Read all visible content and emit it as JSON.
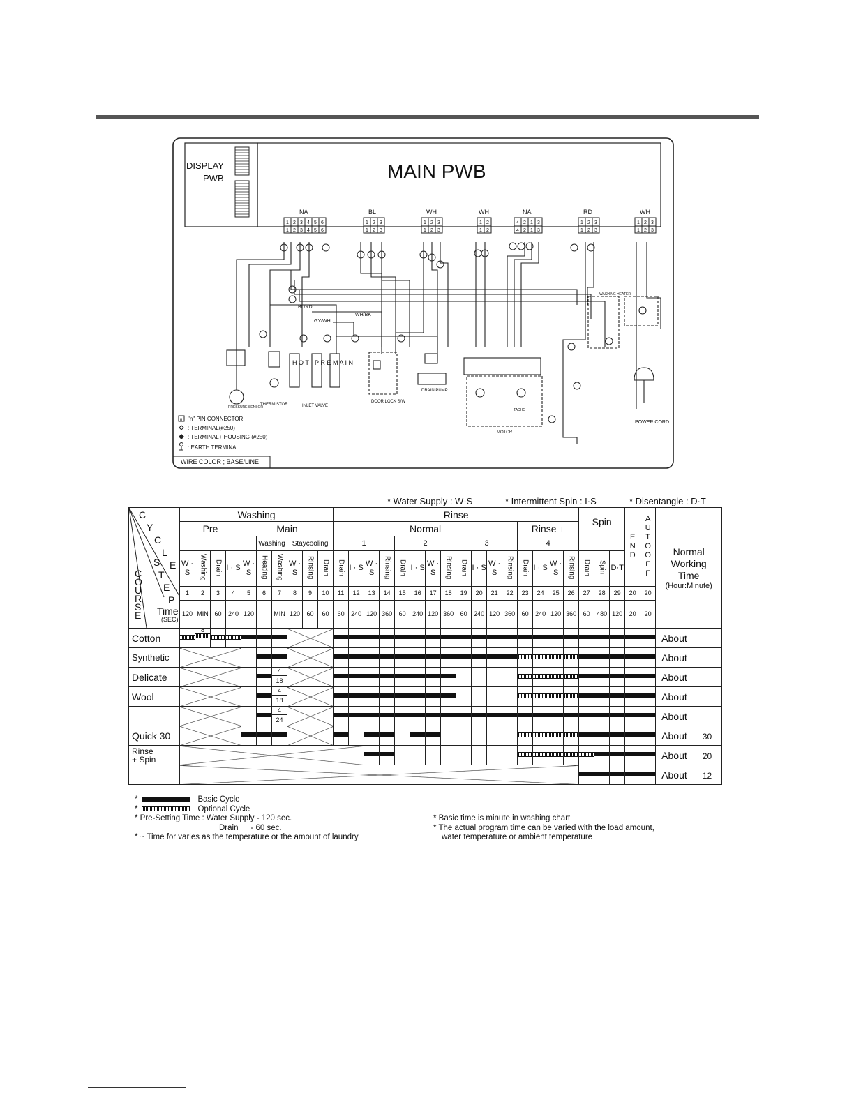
{
  "schematic": {
    "main_title": "MAIN PWB",
    "display_label": [
      "DISPLAY",
      "PWB"
    ],
    "connector_colors": [
      "NA",
      "BL",
      "WH",
      "WH",
      "NA",
      "RD",
      "WH"
    ],
    "connector_pins": [
      "1 2 3 4 5 6",
      "1 2 3",
      "1 2 3",
      "1 2",
      "4 2 1 3",
      "1 2 3",
      "1 2 3"
    ],
    "component_labels": [
      "PRESSURE SENSOR",
      "THERMISTOR",
      "INLET VALVE",
      "DOOR LOCK S/W",
      "DRAIN PUMP",
      "MOTOR",
      "TACHO",
      "WASHING HEATER",
      "POWER CORD"
    ],
    "valve_labels": [
      "H O T",
      "P R E",
      "M A I N"
    ],
    "wire_labels": [
      "BL/RD",
      "GY/WH",
      "WH/BK"
    ],
    "key": [
      "\"n\" PIN CONNECTOR",
      ": TERMINAL(#250)",
      ": TERMINAL+ HOUSING (#250)",
      ": EARTH TERMINAL"
    ],
    "key_marker": "n",
    "wire_color_note": "WIRE COLOR ; BASE/LINE"
  },
  "abbreviations": [
    "* Water Supply : W·S",
    "* Intermittent Spin : I·S",
    "* Disentangle : D·T"
  ],
  "cycle_table": {
    "corner_letters": {
      "cycle": [
        "C",
        "Y",
        "C",
        "L",
        "E"
      ],
      "step": [
        "S",
        "T",
        "E",
        "P"
      ],
      "course": [
        "C",
        "O",
        "U",
        "R",
        "S",
        "E"
      ],
      "time": "Time",
      "sec": "(SEC)"
    },
    "group_headers": {
      "washing": "Washing",
      "rinse": "Rinse",
      "spin": "Spin",
      "end": "E N D",
      "autooff": "A U T O O F F",
      "nwt": [
        "Normal",
        "Working",
        "Time"
      ],
      "nwt_sub": "(Hour:Minute)"
    },
    "sub_headers": {
      "pre": "Pre",
      "main": "Main",
      "normal": "Normal",
      "rinse_plus": "Rinse +"
    },
    "sub_sub_headers": {
      "washing": "Washing",
      "staycooling": "Staycooling",
      "r1": "1",
      "r2": "2",
      "r3": "3",
      "r4": "4"
    },
    "step_names": [
      "W · S",
      "Washing",
      "Drain",
      "I · S",
      "W · S",
      "Heating",
      "Washing",
      "W · S",
      "Rinsing",
      "Drain",
      "Drain",
      "I · S",
      "W · S",
      "Rinsing",
      "Drain",
      "I · S",
      "W · S",
      "Rinsing",
      "Drain",
      "I · S",
      "W · S",
      "Rinsing",
      "Drain",
      "I · S",
      "W · S",
      "Rinsing",
      "Drain",
      "Spin",
      "D·T",
      "",
      ""
    ],
    "step_numbers": [
      "1",
      "2",
      "3",
      "4",
      "5",
      "6",
      "7",
      "8",
      "9",
      "10",
      "11",
      "12",
      "13",
      "14",
      "15",
      "16",
      "17",
      "18",
      "19",
      "20",
      "21",
      "22",
      "23",
      "24",
      "25",
      "26",
      "27",
      "28",
      "29",
      "20",
      "20"
    ],
    "times": [
      "120",
      "MIN",
      "60",
      "240",
      "120",
      "",
      "MIN",
      "120",
      "60",
      "60",
      "60",
      "240",
      "120",
      "360",
      "60",
      "240",
      "120",
      "360",
      "60",
      "240",
      "120",
      "360",
      "60",
      "240",
      "120",
      "360",
      "60",
      "480",
      "120",
      "20",
      "20"
    ],
    "courses": [
      {
        "name": "Cotton",
        "about": "About",
        "minutes": "",
        "note": "8"
      },
      {
        "name": "Synthetic",
        "about": "About",
        "minutes": ""
      },
      {
        "name": "Delicate",
        "about": "About",
        "minutes": "",
        "notes": [
          "4",
          "18"
        ]
      },
      {
        "name": "Wool",
        "about": "About",
        "minutes": "",
        "notes": [
          "4",
          "18"
        ]
      },
      {
        "name": "",
        "about": "About",
        "minutes": "",
        "notes": [
          "4",
          "24"
        ]
      },
      {
        "name": "Quick 30",
        "about": "About",
        "minutes": "30"
      },
      {
        "name": "Rinse\n+ Spin",
        "about": "About",
        "minutes": "20"
      },
      {
        "name": "",
        "about": "About",
        "minutes": "12"
      }
    ]
  },
  "legend": {
    "basic": "Basic Cycle",
    "optional": "Optional Cycle",
    "pre_setting": "* Pre-Setting Time : Water Supply - 120 sec.",
    "drain_label": "Drain",
    "drain_value": "-   60 sec.",
    "varies": "* ~ Time for varies as the temperature or      the amount of laundry",
    "basic_time": "* Basic time is minute in washing chart",
    "actual_time": "* The actual program time can be varied with the load amount,",
    "actual_time2": "water temperature or ambient temperature"
  }
}
